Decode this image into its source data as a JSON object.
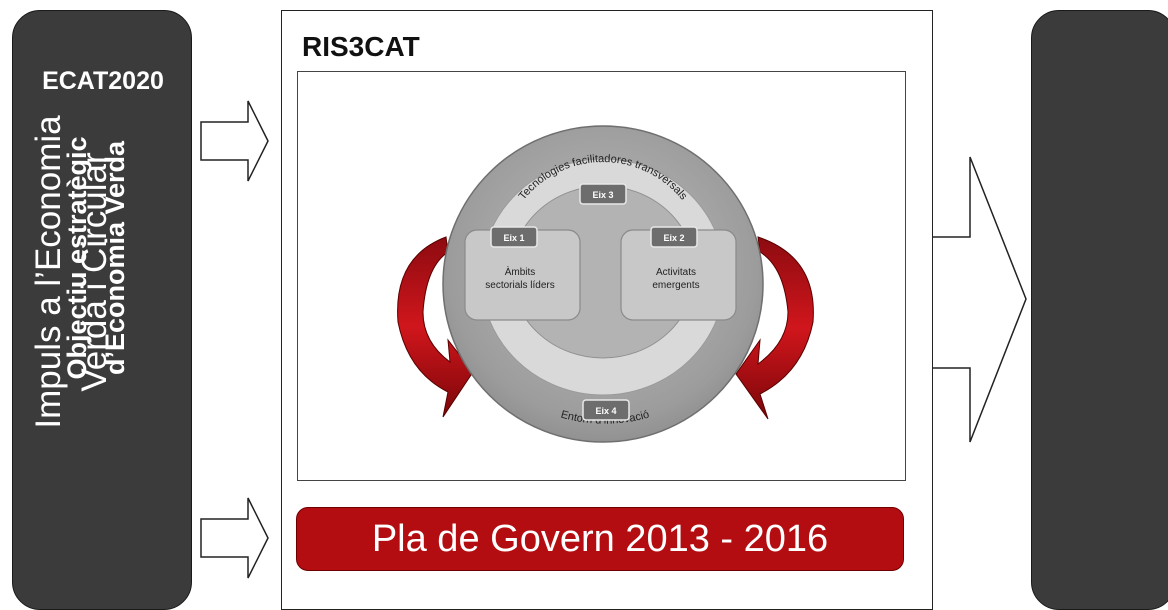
{
  "left_panel": {
    "title": "ECAT2020",
    "vertical_text": "Objectiu estratègic\nd’Economia Verda"
  },
  "main": {
    "title": "RIS3CAT",
    "diagram": {
      "arc_top_text": "Tecnologies facilitadores transversals",
      "arc_bottom_text": "Entorn d’innovació",
      "eix1": {
        "tag": "Eix 1",
        "line1": "Àmbits",
        "line2": "sectorials líders"
      },
      "eix2": {
        "tag": "Eix 2",
        "line1": "Activitats",
        "line2": "emergents"
      },
      "eix3": {
        "tag": "Eix 3"
      },
      "eix4": {
        "tag": "Eix 4"
      }
    },
    "pla_label": "Pla de Govern 2013 - 2016"
  },
  "right_panel": {
    "vertical_text": "Impuls a l’Economia\nVerda i Circular"
  },
  "colors": {
    "dark_panel": "#3b3b3b",
    "red_accent": "#b30d12",
    "ring_grey": "#a6a6a6"
  }
}
